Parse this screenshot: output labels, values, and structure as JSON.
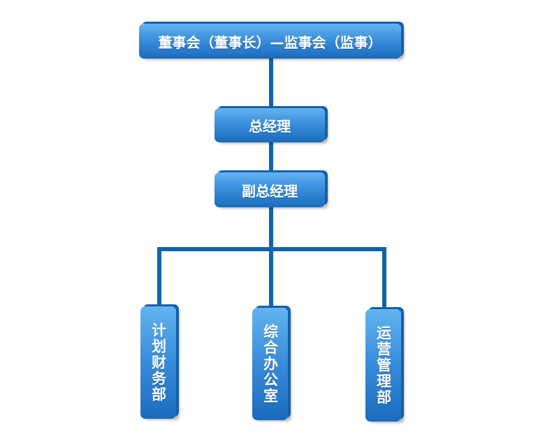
{
  "chart": {
    "board": "董事会（董事长）—监事会（监事）",
    "general_manager": "总经理",
    "deputy_general_manager": "副总经理",
    "departments": [
      "计划财务部",
      "综合办公室",
      "运营管理部"
    ]
  },
  "colors": {
    "line": "#0f63b0",
    "box_top": "#63b4f0",
    "box_bottom": "#1a6bbd",
    "text": "#ffffff"
  }
}
